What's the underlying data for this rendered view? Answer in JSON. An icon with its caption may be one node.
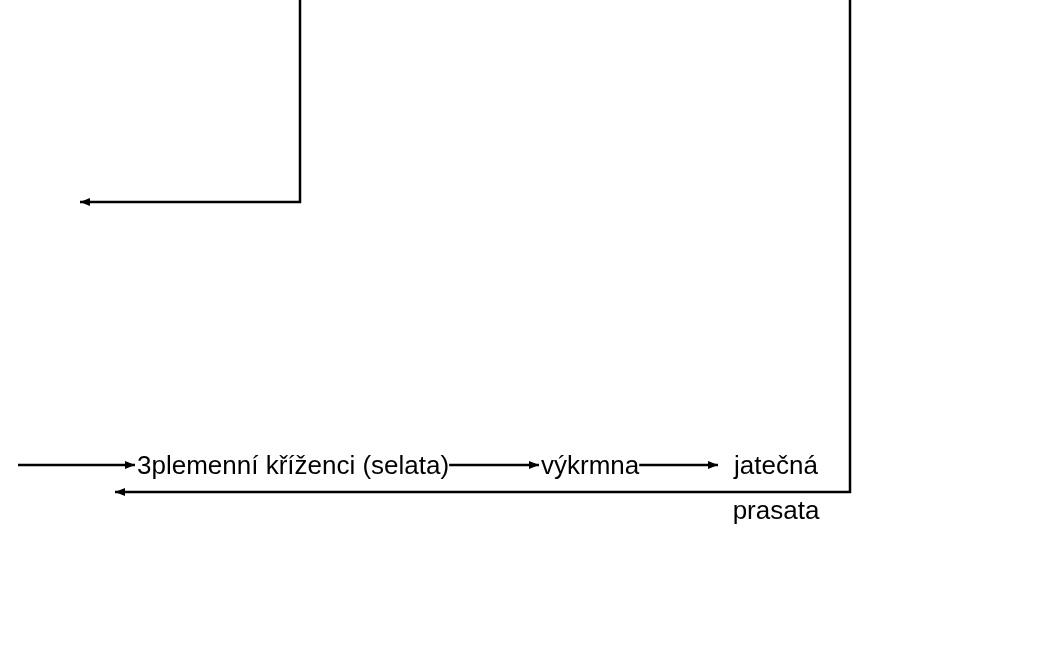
{
  "diagram": {
    "nodes": [
      {
        "text": [
          "3plemenní kříženci (selata)"
        ]
      },
      {
        "text": [
          "výkrmna"
        ]
      },
      {
        "text": [
          "jatečná prasata"
        ]
      }
    ],
    "edges": [
      {
        "from": null,
        "to": 0,
        "arrow": "to"
      },
      {
        "from": 0,
        "to": 1,
        "arrow": "to"
      },
      {
        "from": 1,
        "to": 2,
        "arrow": "to"
      },
      {
        "from": null,
        "to": 0,
        "arrow": "to"
      }
    ]
  }
}
